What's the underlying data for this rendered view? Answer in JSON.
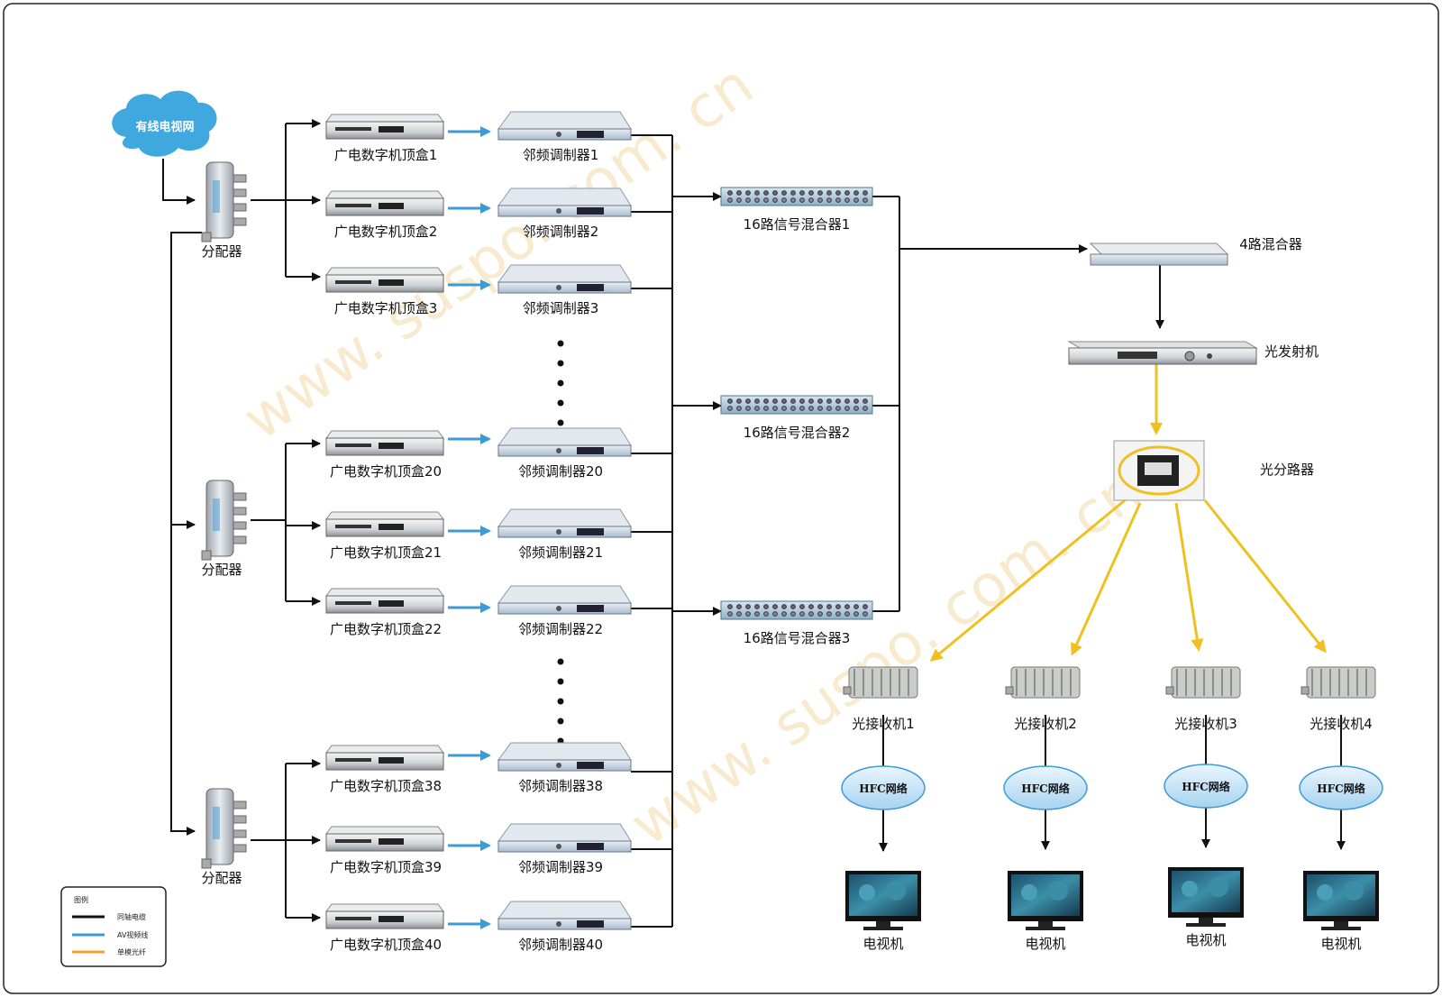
{
  "source_network": "有线电视网",
  "splitter_label": "分配器",
  "stb_rows": [
    {
      "stb": "广电数字机顶盒1",
      "mod": "邻频调制器1"
    },
    {
      "stb": "广电数字机顶盒2",
      "mod": "邻频调制器2"
    },
    {
      "stb": "广电数字机顶盒3",
      "mod": "邻频调制器3"
    },
    {
      "stb": "广电数字机顶盒20",
      "mod": "邻频调制器20"
    },
    {
      "stb": "广电数字机顶盒21",
      "mod": "邻频调制器21"
    },
    {
      "stb": "广电数字机顶盒22",
      "mod": "邻频调制器22"
    },
    {
      "stb": "广电数字机顶盒38",
      "mod": "邻频调制器38"
    },
    {
      "stb": "广电数字机顶盒39",
      "mod": "邻频调制器39"
    },
    {
      "stb": "广电数字机顶盒40",
      "mod": "邻频调制器40"
    }
  ],
  "mixers16": [
    "16路信号混合器1",
    "16路信号混合器2",
    "16路信号混合器3"
  ],
  "mixer4": "4路混合器",
  "transmitter": "光发射机",
  "optical_splitter": "光分路器",
  "receivers": [
    "光接收机1",
    "光接收机2",
    "光接收机3",
    "光接收机4"
  ],
  "hfc": "HFC网络",
  "tv": "电视机",
  "legend": {
    "title": "图例",
    "items": [
      {
        "label": "同轴电缆",
        "color": "#111111"
      },
      {
        "label": "AV视频线",
        "color": "#3b9ad8"
      },
      {
        "label": "单模光纤",
        "color": "#f0a030"
      }
    ]
  },
  "watermark": "www. suspo. com. cn",
  "colors": {
    "coax": "#111111",
    "av": "#3b9ad8",
    "fiber": "#f0c020",
    "cloud": "#3fa9df"
  }
}
